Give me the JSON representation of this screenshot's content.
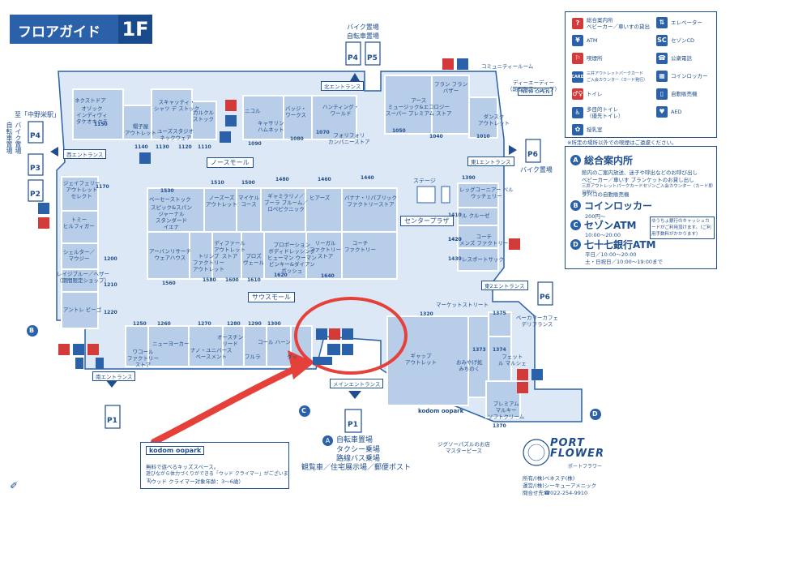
{
  "header": {
    "title": "フロアガイド",
    "floor": "1F"
  },
  "legend": [
    {
      "icon": "info-icon",
      "label": "総合案内所\nベビーカー／車いすの貸出",
      "color": "#d33a3a",
      "glyph": "?"
    },
    {
      "icon": "elevator-icon",
      "label": "エレベーター",
      "color": "#2a61a8",
      "glyph": "⇅"
    },
    {
      "icon": "atm-icon",
      "label": "ATM",
      "color": "#2a61a8",
      "glyph": "¥"
    },
    {
      "icon": "saison-card-icon",
      "label": "セゾンCD",
      "color": "#2a61a8",
      "glyph": "SC"
    },
    {
      "icon": "smoking-icon",
      "label": "喫煙所",
      "color": "#d33a3a",
      "glyph": "⚐"
    },
    {
      "icon": "phone-icon",
      "label": "公衆電話",
      "color": "#2a61a8",
      "glyph": "☎"
    },
    {
      "icon": "card-icon",
      "label": "三井アウトレットパークカード\nご入会カウンター（カード発行）",
      "color": "#2a61a8",
      "glyph": "CARD"
    },
    {
      "icon": "locker-icon",
      "label": "コインロッカー",
      "color": "#2a61a8",
      "glyph": "▦"
    },
    {
      "icon": "toilet-icon",
      "label": "トイレ",
      "color": "#d33a3a",
      "glyph": "♂♀"
    },
    {
      "icon": "vending-icon",
      "label": "自動販売機",
      "color": "#2a61a8",
      "glyph": "▯"
    },
    {
      "icon": "wheelchair-icon",
      "label": "多目的トイレ\n（優先トイレ）",
      "color": "#2a61a8",
      "glyph": "♿"
    },
    {
      "icon": "aed-icon",
      "label": "AED",
      "color": "#2a61a8",
      "glyph": "♥"
    },
    {
      "icon": "nursing-icon",
      "label": "授乳室",
      "color": "#2a61a8",
      "glyph": "✿"
    }
  ],
  "legend_note": "※所定の場所以外での喫煙はご遠慮ください。",
  "info": {
    "a": {
      "letter": "A",
      "title": "総合案内所",
      "lines": [
        "館内のご案内放送、迷子や呼出などのお呼び出し",
        "ベビーカー／車いす ブランケットのお貸し出し",
        "三井アウトレットパークカードセゾンご入会カウンター（カード即日発行）",
        "タバコの自動販売機"
      ]
    },
    "b": {
      "letter": "B",
      "title": "コインロッカー",
      "lines": [
        "200円～"
      ]
    },
    "c": {
      "letter": "C",
      "title": "セゾンATM",
      "lines": [
        "10:00～20:00"
      ],
      "side": "ゆうちょ銀行のキャッシュカードがご利用頂けます。（ご利用手数料がかかります）"
    },
    "d": {
      "letter": "D",
      "title": "七十七銀行ATM",
      "lines": [
        "平日／10:00～20:00",
        "土・日祝日／10:00～19:00まで"
      ]
    }
  },
  "entrances": {
    "north": "北エントランス",
    "south": "南エントランス",
    "main": "メインエントランス",
    "west": "西エントランス",
    "east1": "東1エントランス",
    "east2": "東2エントランス"
  },
  "street_labels": {
    "north_mall": "ノースモール",
    "south_mall": "サウスモール",
    "center_plaza": "センタープラザ",
    "market": "マーケットストリート",
    "stage": "ステージ"
  },
  "parking": {
    "top": "バイク置場\n自転車置場",
    "left": "バイク置場\n自転車置場",
    "left_to": "至「中野栄駅」",
    "right_east": "バイク置場",
    "p": [
      "P1",
      "P2",
      "P3",
      "P4",
      "P5",
      "P6"
    ]
  },
  "stores": [
    {
      "name": "ネクストドア",
      "num": "1150"
    },
    {
      "name": "オゾック\nインディヴィ\nタケオキクチ",
      "num": ""
    },
    {
      "name": "スキャッティ・\nシャツ デ ストック",
      "num": "1130"
    },
    {
      "name": "ニコル",
      "num": "1090"
    },
    {
      "name": "バッジ・\nワークス",
      "num": "1080"
    },
    {
      "name": "ハンティング・\nワールド",
      "num": "1070"
    },
    {
      "name": "フォリフォリ\nカンパニーストア",
      "num": ""
    },
    {
      "name": "アース\nミュージック&エコロジー\nスーパー プレミアム ストア",
      "num": "1050"
    },
    {
      "name": "フラン フラン\nバザー",
      "num": "1040"
    },
    {
      "name": "ディーエーディー\n（期間限定ショップ）",
      "num": ""
    },
    {
      "name": "ダンスク\nアウトレット",
      "num": "1010"
    },
    {
      "name": "カルクル\nストック",
      "num": "1110"
    },
    {
      "name": "ユーズスタジオ\nネックウェア",
      "num": "1120"
    },
    {
      "name": "帽子屋\nアウトレット",
      "num": "1140"
    },
    {
      "name": "キャサリン\nハムネット",
      "num": "1090"
    },
    {
      "name": "ジェイフェリー\nアウトレット\nセレクト",
      "num": "1170"
    },
    {
      "name": "トミー\nヒルフィガー",
      "num": ""
    },
    {
      "name": "シェルター／\nマウジー",
      "num": "1200"
    },
    {
      "name": "レイジブルー／ヘザー\n（期間限定ショップ）",
      "num": "1210"
    },
    {
      "name": "アントレ ビーゴ",
      "num": "1220"
    },
    {
      "name": "ベーセーストック",
      "num": "1530"
    },
    {
      "name": "スピック&スパン\nジャーナル\nスタンダード\nイエナ",
      "num": ""
    },
    {
      "name": "ノーズーズ\nアウトレット",
      "num": "1510"
    },
    {
      "name": "マイケル\nコース",
      "num": "1500"
    },
    {
      "name": "ギャミラリノ／\nブーラ ブルーム／\nロベピクニック",
      "num": "1480"
    },
    {
      "name": "ヒアーズ",
      "num": "1460"
    },
    {
      "name": "バナナ・リパブリック\nファクトリーストア",
      "num": "1440"
    },
    {
      "name": "アーバンリサーチ\nウェアハウス",
      "num": "1560"
    },
    {
      "name": "トリンプ\nファクトリー\nアウトレット",
      "num": "1580"
    },
    {
      "name": "ディファール\nアウトレット\nストア",
      "num": "1600"
    },
    {
      "name": "プロズ\nヴェール",
      "num": "1610"
    },
    {
      "name": "プロポーション\nボディドレッシング\nヒューマン ウーマン\nピンキー&ダイアン\nボッシュ",
      "num": "1620"
    },
    {
      "name": "リーガル\nファクトリー\nストア",
      "num": "1640"
    },
    {
      "name": "コーチ\nファクトリー",
      "num": "1420"
    },
    {
      "name": "レッグコーニアー ペル\nウッチェリー",
      "num": "1390"
    },
    {
      "name": "ル クルーゼ",
      "num": "1410"
    },
    {
      "name": "コーチ\nメンズ ファクトリー",
      "num": "1420"
    },
    {
      "name": "レスポートサック",
      "num": "1430"
    },
    {
      "name": "ワコール\nファクトリー\nストア",
      "num": "1250"
    },
    {
      "name": "ニューヨーカー",
      "num": "1260"
    },
    {
      "name": "ナノ・ユニバース\nベースメント",
      "num": "1270"
    },
    {
      "name": "オースチン\nリード",
      "num": "1280"
    },
    {
      "name": "フルラ",
      "num": "1290"
    },
    {
      "name": "コール ハーン",
      "num": "1300"
    },
    {
      "name": "ダッ",
      "num": ""
    },
    {
      "name": "ギャップ\nアウトレット",
      "num": "1320"
    },
    {
      "name": "おみやげ処\nみちのく",
      "num": "1373"
    },
    {
      "name": "ベーカリーカフェ\nデリフランス",
      "num": "1375"
    },
    {
      "name": "フェット\nル マルシェ",
      "num": "1374"
    },
    {
      "name": "プレミアム\nマルキー\nソフトクリーム",
      "num": "1370"
    },
    {
      "name": "ジグソーパズルのお店\nマスターピース",
      "num": ""
    }
  ],
  "badges": {
    "new_open": "NEW OPEN"
  },
  "community": "コミュニティールーム",
  "kodom": {
    "logo": "kodom oopark",
    "lines": [
      "無料で遊べるキッズスペース。",
      "遊びながら体力づくりができる「ウッド クライマー」がございます。",
      "（ウッド クライマー対象年齢：3～6歳）"
    ]
  },
  "main_area": {
    "letter": "A",
    "lines": [
      "自転車置場",
      "タクシー乗場",
      "路線バス乗場",
      "観覧車／住宅展示場／郵便ポスト"
    ]
  },
  "port_flower": {
    "title": "PORT\nFLOWER",
    "sub": "ポートフラワー",
    "lines": [
      "所有/(株)ベネステ(株)",
      "運営/(株)シーキューアメニック",
      "問合せ先☎022-254-9910"
    ]
  }
}
